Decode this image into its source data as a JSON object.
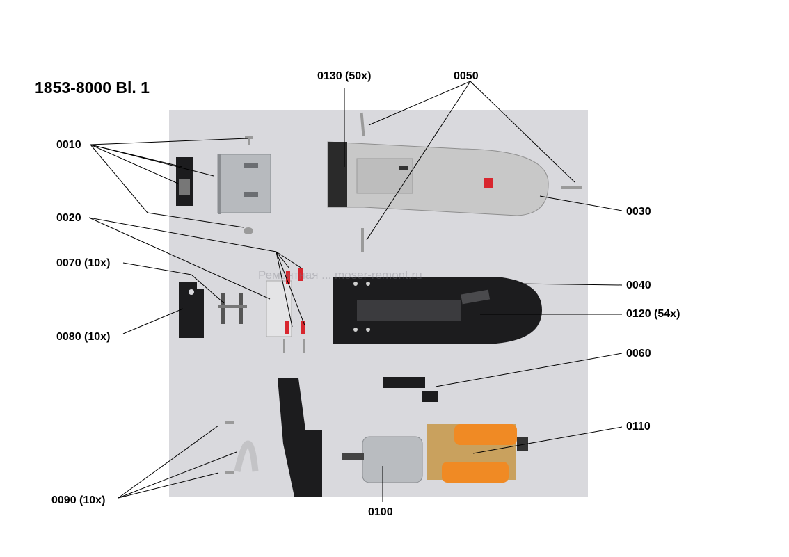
{
  "sheet_title": "1853-8000 Bl. 1",
  "watermark": "Ремонтная ... moser-remont.ru",
  "callouts": {
    "c0010": "0010",
    "c0020": "0020",
    "c0070": "0070 (10x)",
    "c0080": "0080 (10x)",
    "c0090": "0090 (10x)",
    "c0130": "0130 (50x)",
    "c0050": "0050",
    "c0030": "0030",
    "c0040": "0040",
    "c0120": "0120 (54x)",
    "c0060": "0060",
    "c0110": "0110",
    "c0100": "0100"
  },
  "colors": {
    "photo_background": "#d9d9dd",
    "housing_gray": "#c8c8c8",
    "housing_black": "#1c1c1e",
    "battery_orange": "#f08a24",
    "pcb_tan": "#c9a15e",
    "motor_silver": "#b9bcc0",
    "accent_red": "#d8262e"
  }
}
